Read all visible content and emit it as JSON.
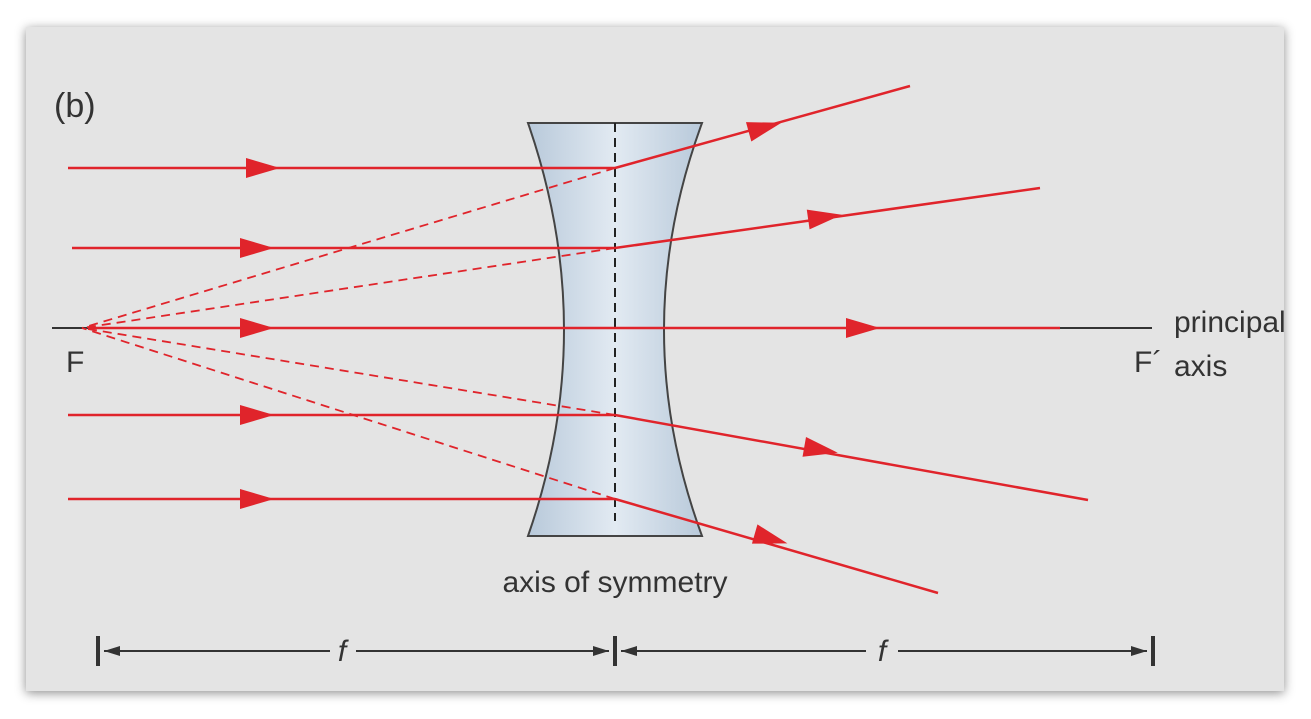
{
  "panel_label": "(b)",
  "focal_point_left": "F",
  "focal_point_right": "F´",
  "principal_axis_label": [
    "principal",
    "axis"
  ],
  "lens_axis_label": "axis of symmetry",
  "focal_length_symbol_left": "f",
  "focal_length_symbol_right": "f",
  "colors": {
    "background": "#e4e4e4",
    "ray": "#e0242b",
    "lens_fill": "#cfdbe7",
    "lens_edge": "#444444",
    "axis_line": "#333333"
  }
}
